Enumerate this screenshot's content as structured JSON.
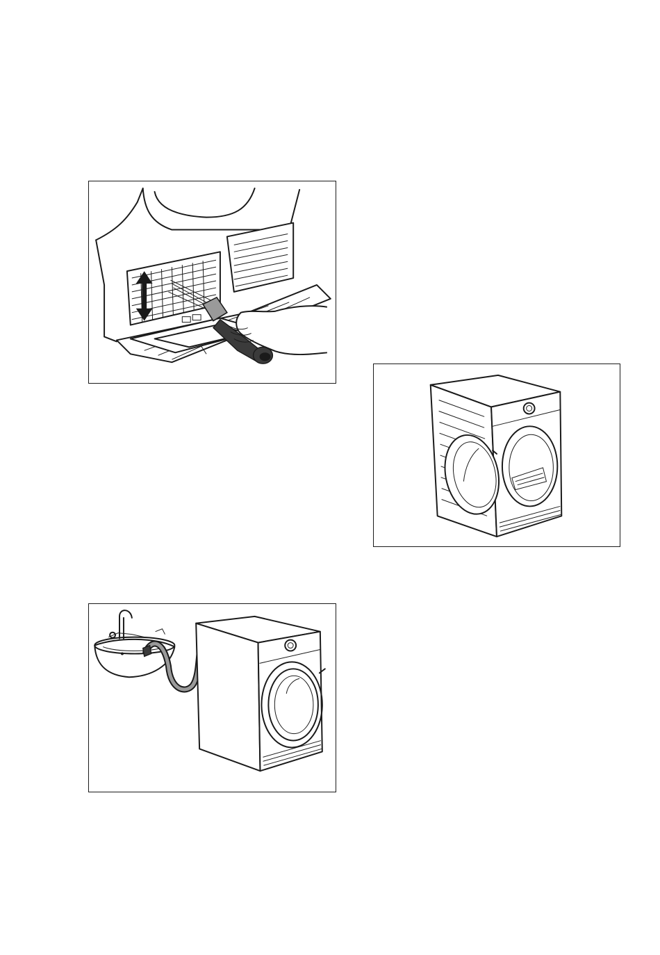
{
  "figures": [
    {
      "id": "fig-filter",
      "icons": [
        "dryer-filter-icon",
        "brush-icon",
        "hand-icon",
        "up-down-arrow-icon"
      ]
    },
    {
      "id": "fig-door",
      "icons": [
        "dryer-open-door-icon"
      ]
    },
    {
      "id": "fig-sink",
      "icons": [
        "sink-icon",
        "faucet-icon",
        "drain-hose-icon",
        "dryer-icon"
      ]
    }
  ],
  "colors": {
    "line": "#1a1a1a",
    "shade": "#9a9a9a",
    "dark": "#3b3b3b",
    "page": "#ffffff"
  }
}
